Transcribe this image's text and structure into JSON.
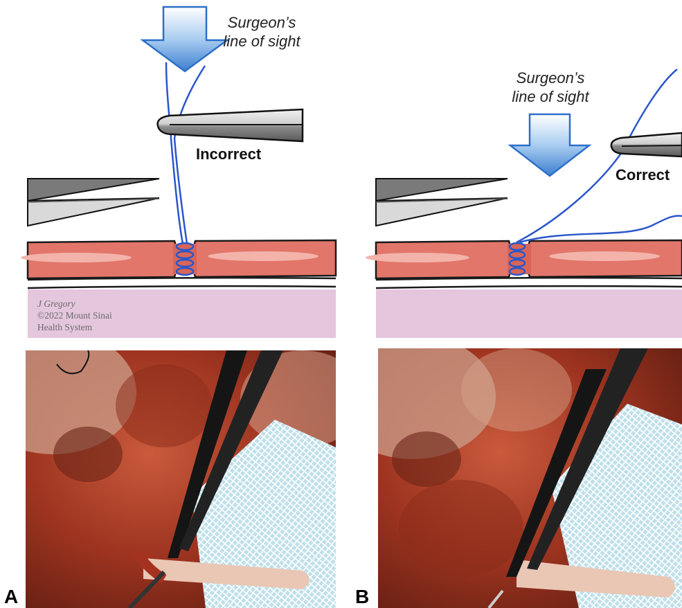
{
  "figure": {
    "panels": [
      {
        "id": "A",
        "panel_label": "A",
        "sight_label_line1": "Surgeon’s",
        "sight_label_line2": "line of sight",
        "verdict": "Incorrect",
        "credit": {
          "author": "J Gregory",
          "copyright": "©2022 Mount Sinai",
          "organization": "Health System"
        }
      },
      {
        "id": "B",
        "panel_label": "B",
        "sight_label_line1": "Surgeon’s",
        "sight_label_line2": "line of sight",
        "verdict": "Correct"
      }
    ]
  },
  "colors": {
    "vessel": "#e2766a",
    "vessel_highlight": "#f3b3aa",
    "vessel_outline": "#1a1a1a",
    "tissue": "#e4c6dd",
    "arrow_top": "#ffffff",
    "arrow_bottom": "#3c7fd0",
    "suture": "#2a56c9",
    "instrument_light": "#dadada",
    "instrument_dark": "#808080"
  }
}
